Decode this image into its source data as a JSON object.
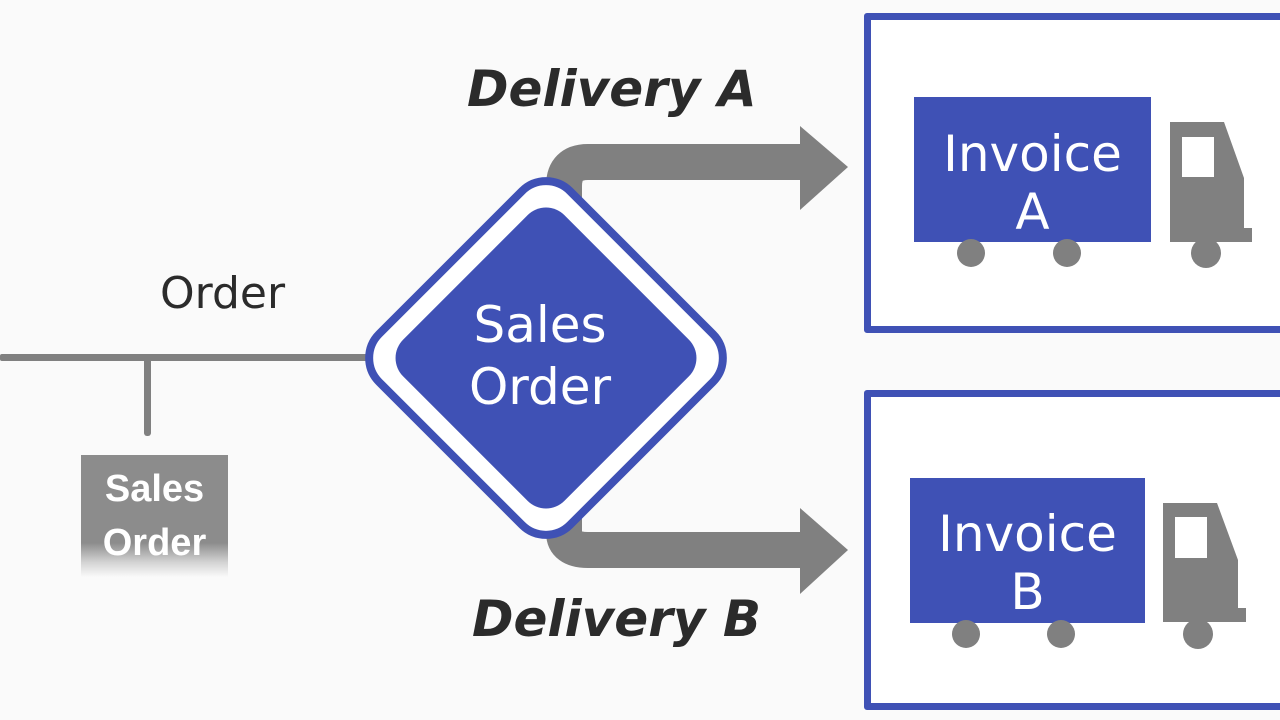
{
  "diagram": {
    "order_label": "Order",
    "small_box": {
      "line1": "Sales",
      "line2": "Order"
    },
    "center_node": {
      "line1": "Sales",
      "line2": "Order"
    },
    "delivery_a": {
      "label": "Delivery A"
    },
    "delivery_b": {
      "label": "Delivery B"
    },
    "invoice_a": {
      "line1": "Invoice",
      "line2": "A"
    },
    "invoice_b": {
      "line1": "Invoice",
      "line2": "B"
    }
  },
  "colors": {
    "accent": "#3f51b5",
    "connector": "#808080",
    "text": "#2b2b2b",
    "background": "#fafafa"
  },
  "icons": [
    "truck-icon",
    "arrow-right-icon"
  ]
}
